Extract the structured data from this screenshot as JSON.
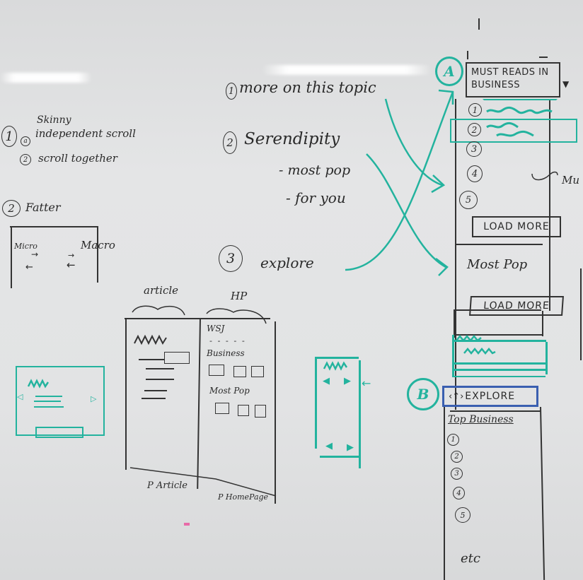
{
  "whiteboard": {
    "colors": {
      "black_marker": "#2a2a2a",
      "teal_marker": "#23b39e",
      "blue_marker": "#3a5fb0",
      "board": "#e2e3e4"
    },
    "left_notes": {
      "item1": {
        "number": "1",
        "title": "Skinny",
        "sub_a_number": "a",
        "sub_a": "independent scroll",
        "sub_b_number": "2",
        "sub_b": "scroll together"
      },
      "item2": {
        "number": "2",
        "title": "Fatter",
        "micro_label": "Micro",
        "macro_label": "Macro"
      }
    },
    "center_notes": {
      "item1": {
        "number": "1",
        "text": "more on this topic"
      },
      "item2": {
        "number": "2",
        "text": "Serendipity",
        "bullets": [
          "- most pop",
          "- for you"
        ]
      },
      "item3": {
        "number": "3",
        "text": "explore"
      }
    },
    "split_sketch": {
      "article_label": "article",
      "hp_label": "HP",
      "hp_section1": "WSJ",
      "hp_section2": "Business",
      "hp_section3": "Most Pop",
      "bottom_left_label": "P Article",
      "bottom_right_label": "P HomePage"
    },
    "right_column": {
      "marker_a": "A",
      "marker_b": "B",
      "header": "MUST READS IN BUSINESS",
      "dropdown_glyph": "▼",
      "list_items": [
        "1",
        "2",
        "3",
        "4",
        "5"
      ],
      "item1_scribble": "wavy headline",
      "item2_scribble": "next item",
      "load_more_1": "LOAD MORE",
      "most_pop": "Most Pop",
      "load_more_2": "LOAD MORE",
      "explore_header": "EXPLORE",
      "explore_arrows": "‹↑›",
      "top_business": "Top Business",
      "top_list": [
        "1",
        "2",
        "3",
        "4",
        "5"
      ],
      "etc": "etc",
      "side_note": "Mu"
    }
  }
}
